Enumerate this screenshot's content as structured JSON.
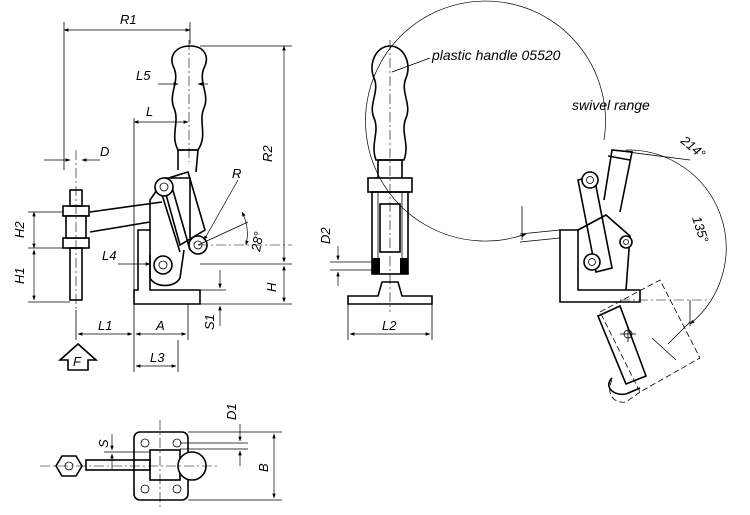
{
  "labels": {
    "R1": "R1",
    "R2": "R2",
    "L5": "L5",
    "L": "L",
    "D": "D",
    "R": "R",
    "H2": "H2",
    "H1": "H1",
    "L4": "L4",
    "angle28": "28°",
    "H": "H",
    "S1": "S1",
    "L1": "L1",
    "A": "A",
    "L3": "L3",
    "F": "F",
    "D2": "D2",
    "L2": "L2",
    "D1": "D1",
    "S": "S",
    "B": "B",
    "angle214": "214°",
    "angle135": "135°"
  },
  "notes": {
    "plastic_handle": "plastic handle 05520",
    "swivel_range": "swivel range"
  }
}
